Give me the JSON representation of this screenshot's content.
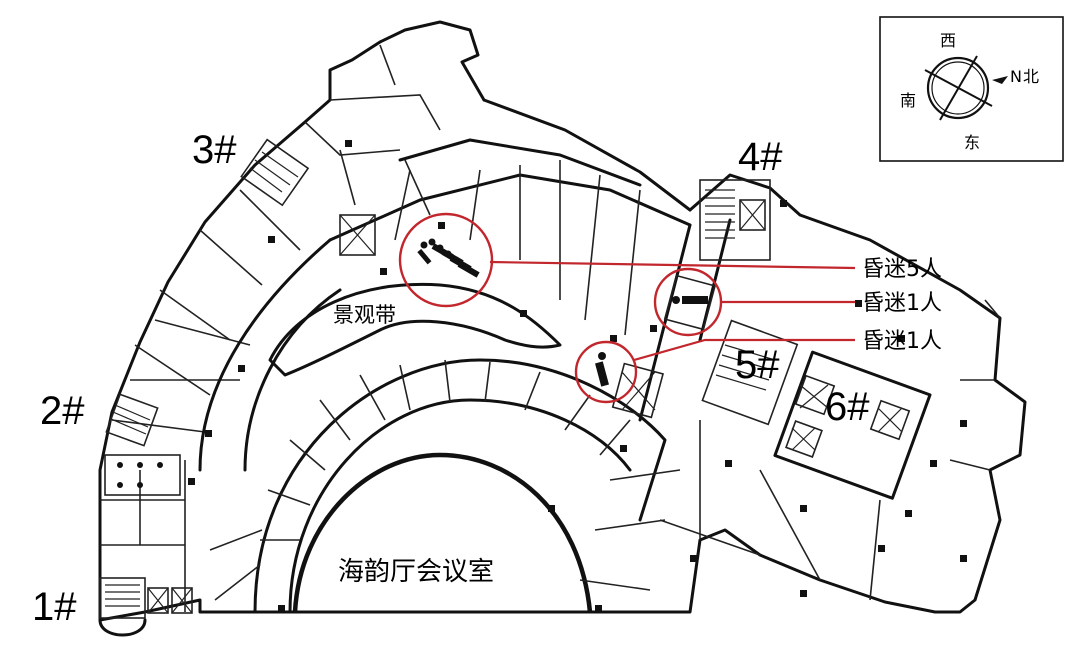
{
  "stairs": [
    "1#",
    "2#",
    "3#",
    "4#",
    "5#",
    "6#"
  ],
  "rooms": {
    "landscape_belt": "景观带",
    "conference_hall": "海韵厅会议室"
  },
  "callouts": [
    {
      "label": "昏迷5人",
      "count": 5
    },
    {
      "label": "昏迷1人",
      "count": 1
    },
    {
      "label": "昏迷1人",
      "count": 1
    }
  ],
  "compass": {
    "west": "西",
    "south": "南",
    "east": "东",
    "north": "北",
    "north_arrow": "N"
  },
  "colors": {
    "walls": "#111111",
    "callout": "#c1272d",
    "background": "#ffffff"
  }
}
